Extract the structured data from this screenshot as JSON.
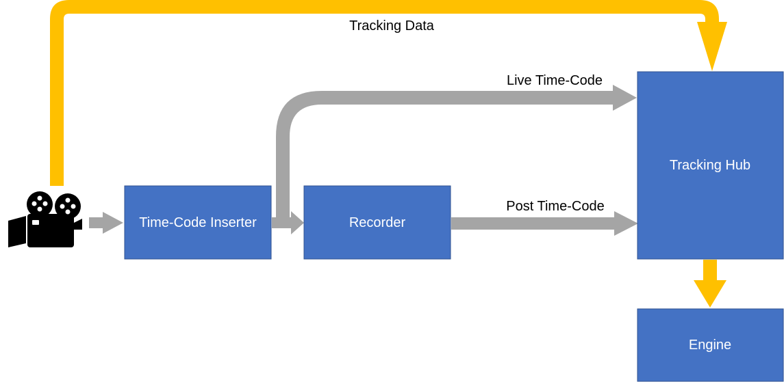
{
  "colors": {
    "box_fill": "#4472c4",
    "box_border": "#2f528f",
    "tracking_arrow": "#ffc000",
    "timecode_arrow": "#a5a5a5",
    "icon": "#000000"
  },
  "nodes": {
    "camera": {
      "icon": "movie-camera-icon"
    },
    "inserter": {
      "label": "Time-Code Inserter"
    },
    "recorder": {
      "label": "Recorder"
    },
    "hub": {
      "label": "Tracking Hub"
    },
    "engine": {
      "label": "Engine"
    }
  },
  "edges": {
    "tracking_data": {
      "label": "Tracking Data"
    },
    "live_timecode": {
      "label": "Live Time-Code"
    },
    "post_timecode": {
      "label": "Post Time-Code"
    }
  }
}
